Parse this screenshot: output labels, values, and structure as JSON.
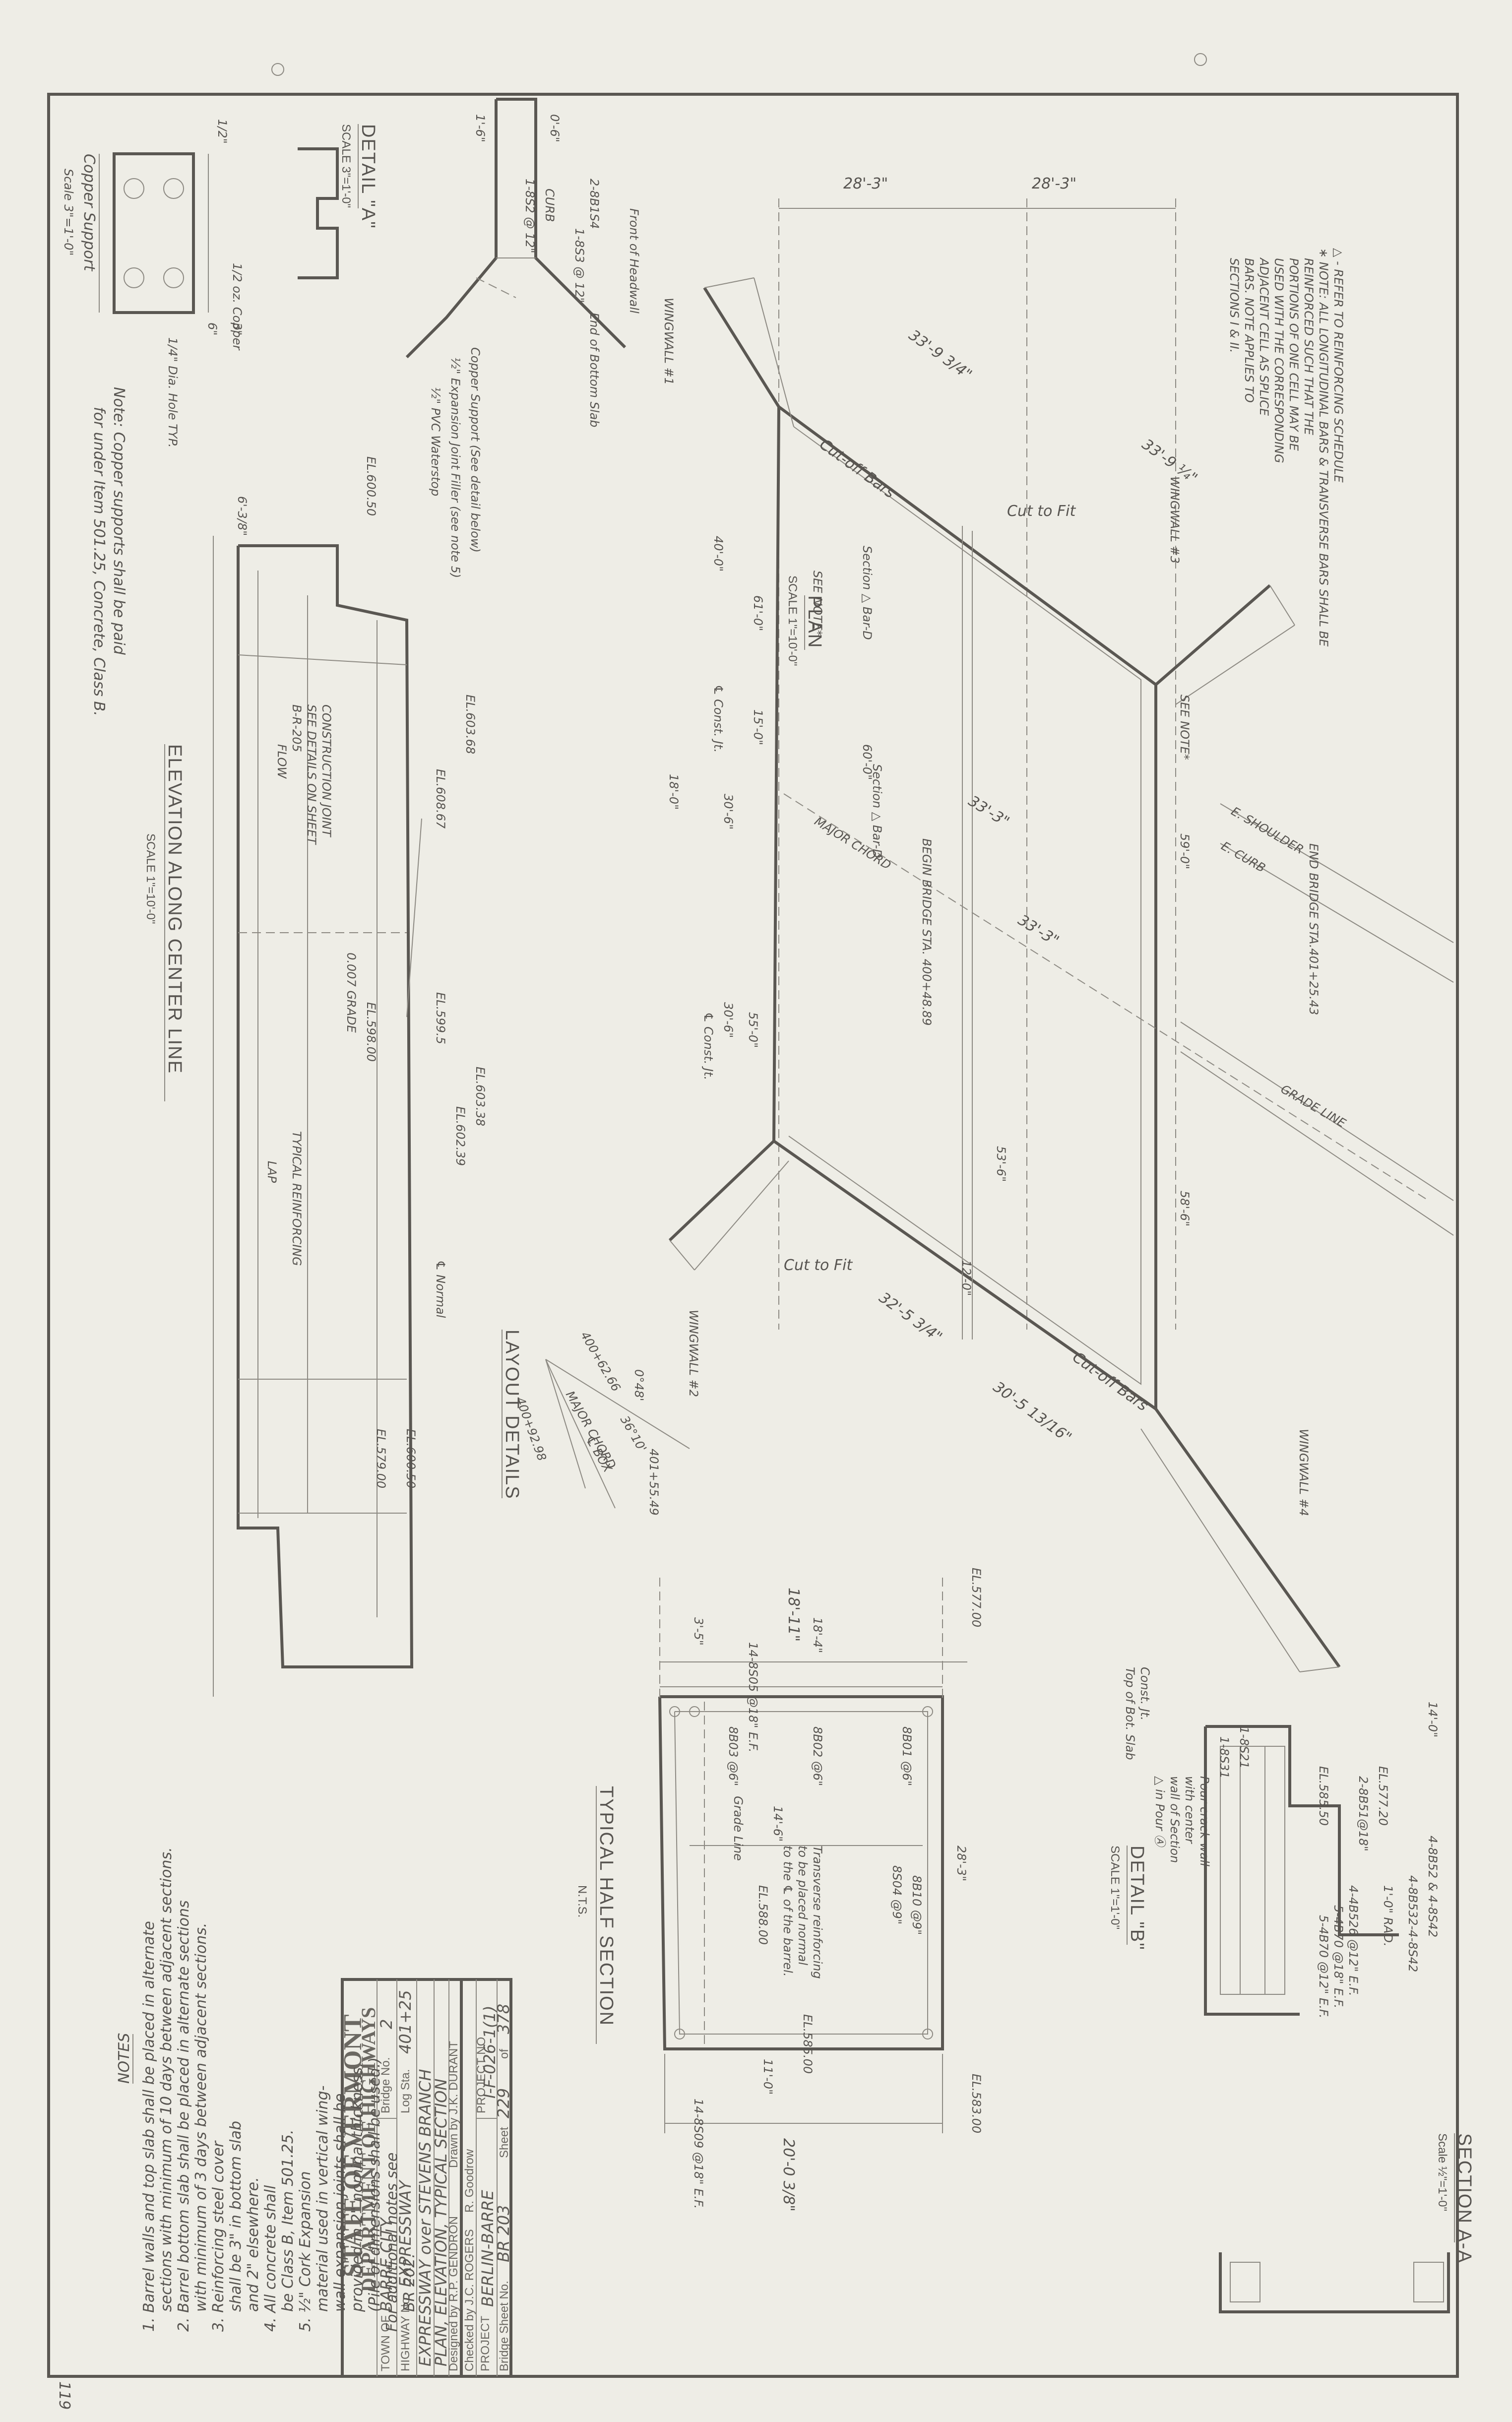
{
  "sheet_number": "119",
  "note_schedule": {
    "line1": "△ - REFER TO REINFORCING SCHEDULE",
    "line2": "∗ NOTE: ALL LONGITUDINAL BARS & TRANSVERSE BARS SHALL BE",
    "line3": "REINFORCED SUCH THAT THE",
    "line4": "PORTIONS OF ONE CELL MAY BE",
    "line5": "USED WITH THE CORRESPONDING",
    "line6": "ADJACENT CELL AS SPLICE",
    "line7": "BARS. NOTE APPLIES TO",
    "line8": "SECTIONS I & II."
  },
  "plan": {
    "title": "PLAN",
    "scale": "SCALE 1\"=10'-0\"",
    "dim_top_left": "28'-3\"",
    "dim_top_right": "28'-3\"",
    "dim_diag": "33'-9 3/4\"",
    "dim_diag2": "33'-9 ¼\"",
    "dim_skew": "33'-3\"",
    "dim_skew2": "33'-3\"",
    "dim_bottom": "32'-5 3/4\"",
    "dim_bottom2": "30'-5 13/16\"",
    "ww1": "WINGWALL #1",
    "ww2": "WINGWALL #2",
    "ww3": "WINGWALL #3",
    "ww4": "WINGWALL #4",
    "cut_off_bars": "Cut-off Bars",
    "cut_off_bars2": "Cut-off Bars",
    "cut_to_fit": "Cut to Fit",
    "cut_to_fit2": "Cut to Fit",
    "see_note": "SEE NOTE*",
    "see_note2": "SEE NOTE*",
    "major_chord": "MAJOR CHORD",
    "begin_bridge": "BEGIN BRIDGE STA. 400+48.89",
    "end_bridge": "END BRIDGE STA.401+25.43",
    "e_shoulder": "E. SHOULDER",
    "e_curb": "E. CURB",
    "grade_line": "GRADE LINE",
    "e_const": "℄ Const. Jt.",
    "cl_const": "℄ Const. Jt.",
    "section1": "Section △ Bar-D",
    "section2": "Section △ Bar-D",
    "dim_1": "61'-0\"",
    "dim_2": "15'-0\"",
    "dim_3": "40'-0\"",
    "dim_4": "18'-0\"",
    "dim_5": "30'-6\"",
    "dim_6": "30'-6\"",
    "dim_7": "55'-0\"",
    "dim_8": "59'-0\"",
    "dim_9": "58'-6\"",
    "dim_10": "12'-0\"",
    "dim_11": "60'-0\"",
    "dim_12": "53'-6\""
  },
  "detail_a": {
    "title": "DETAIL \"A\"",
    "scale": "SCALE 3\"=1'-0\"",
    "copper": "1/2 oz. Copper",
    "holes": "1/4\" Dia. Hole TYP.",
    "support": "Copper Support",
    "support_scale": "Scale 3\"=1'-0\"",
    "note1": "Note: Copper supports shall be paid",
    "note2": "for under Item 501.25, Concrete, Class B.",
    "dim_a": "1/2\"",
    "dim_b": "6\"",
    "dim_c": "3\""
  },
  "detail_joint": {
    "front": "Front of Headwall",
    "end_slab": "End of Bottom Slab",
    "copper": "Copper Support (See detail below)",
    "expansion": "½\" Expansion Joint Filler (see note 5)",
    "pvc": "½\" PVC Waterstop",
    "curb": "CURB",
    "bars1": "2-8B1S4",
    "bars2": "1-8S2 @ 12\"",
    "bars3": "1-8S3 @ 12\"",
    "dim_a": "1'-6\"",
    "dim_b": "0'-6\""
  },
  "elevation": {
    "title": "ELEVATION ALONG CENTER LINE",
    "scale": "SCALE 1\"=10'-0\"",
    "flow": "FLOW",
    "construction": "CONSTRUCTION JOINT",
    "construction2": "SEE DETAILS ON SHEET",
    "construction3": "B-R-205",
    "el1": "EL.600.50",
    "el2": "EL.603.68",
    "el3": "EL.608.67",
    "el4": "EL.598.00",
    "el5": "0.007 GRADE",
    "el6": "EL.599.5",
    "el7": "EL.603.38",
    "el8": "EL.602.39",
    "el9": "EL.600.50",
    "el10": "EL.579.00",
    "typ_reinf": "TYPICAL REINFORCING",
    "normal": "℄ Normal",
    "lap": "LAP",
    "dim": "6'-3/8\""
  },
  "layout": {
    "title": "LAYOUT DETAILS",
    "major": "MAJOR CHORD",
    "box": "℄ BOX",
    "v1": "400+62.66",
    "v2": "401+55.49",
    "v3": "400+92.98",
    "ang1": "36°10'",
    "ang2": "0°48'"
  },
  "typical_half": {
    "title": "TYPICAL HALF SECTION",
    "scale": "N.T.S.",
    "width_top": "18'-11\"",
    "width_inner": "18'-4\"",
    "dim1": "3'-5\"",
    "dim2": "14-8S05 @18\" E.F.",
    "bars1": "8B03 @6\"",
    "bars2": "8B02 @6\"",
    "bars3": "8B01 @6\"",
    "grade": "Grade Line",
    "el1": "EL.577.00",
    "el2": "EL.583.00",
    "el3": "EL.588.00",
    "el4": "EL.585.00",
    "transverse": "Transverse reinforcing",
    "transverse2": "to be placed normal",
    "transverse3": "to the ℄ of the barrel.",
    "dim_bottom": "20'-0 3/8\"",
    "bars_b1": "8S04 @9\"",
    "bars_b2": "8B10 @9\"",
    "bars_b3": "14-8S09 @18\" E.F.",
    "dim_h": "11'-0\"",
    "dim_hh": "14'-6\"",
    "dim_x": "28'-3\""
  },
  "detail_b": {
    "title": "DETAIL \"B\"",
    "scale": "SCALE 1\"=1'-0\"",
    "note1": "Pour crack wall",
    "note2": "with center",
    "note3": "wall of Section",
    "note4": "△ in Pour Ⓐ",
    "const": "Const. Jt.",
    "const2": "Top of Bot. Slab",
    "b1": "4-8B532-4-8S42",
    "b2": "1'-0\" RAD.",
    "b3": "2-8B51@18\"",
    "b4": "1-8S21",
    "b5": "EL.585.50",
    "b6": "4-4B526 @12\" E.F.",
    "b7": "5-4B70 @18\" E.F.",
    "b8": "5-4B70 @12\" E.F.",
    "b9": "EL.577.20",
    "b10": "1-8S31",
    "b11": "4-8B52 & 4-8S42",
    "dim": "14'-0\""
  },
  "section_aa": {
    "title": "SECTION A-A",
    "scale": "Scale ½\"=1'-0\""
  },
  "notes": {
    "title": "NOTES",
    "n1": "1. Barrel walls and top slab shall be placed in alternate",
    "n1b": "sections with minimum of 10 days between adjacent sections.",
    "n2": "2. Barrel bottom slab shall be placed in alternate sections",
    "n2b": "with minimum of 3 days between adjacent sections.",
    "n3": "3. Reinforcing steel cover",
    "n3b": "shall be 3\" in bottom slab",
    "n3c": "and 2\" elsewhere.",
    "n4": "4. All concrete shall",
    "n4b": "be Class B, Item 501.25.",
    "n5": "5. ½\" Cork Expansion",
    "n5b": "material used in vertical wing-",
    "n5c": "wall expansion joints shall be",
    "n5d": "provided in 2\" nominal thickness.",
    "n5e": "(Pile of dimensions shall be used.)",
    "n6": "For additional notes see",
    "n6b": "BR 202."
  },
  "title_block": {
    "state": "STATE OF VERMONT",
    "dept": "DEPARTMENT OF HIGHWAYS",
    "town_label": "TOWN OF",
    "town": "BARRE CITY",
    "hwy_label": "HIGHWAY No.",
    "hwy": "EXPRESSWAY",
    "bridge_label": "Bridge No.",
    "bridge_no": "2",
    "log_label": "Log Sta.",
    "station": "401+25",
    "project_title": "EXPRESSWAY over STEVENS BRANCH",
    "sheet_title": "PLAN, ELEVATION, TYPICAL SECTION",
    "designed": "Designed by R.P. GENDRON",
    "drawn": "Drawn by J.K. DURANT",
    "checked": "Checked by J.C. ROGERS",
    "checked2": "R. Goodrow",
    "project_label": "PROJECT",
    "project": "BERLIN-BARRE",
    "project_no_label": "PROJECT NO.",
    "project_no": "I-F-026-1(1)",
    "bridge_sheet_label": "Bridge Sheet No.",
    "bridge_sheet": "BR 203",
    "sheet_label": "Sheet",
    "sheet": "229",
    "of": "of",
    "total": "378"
  }
}
